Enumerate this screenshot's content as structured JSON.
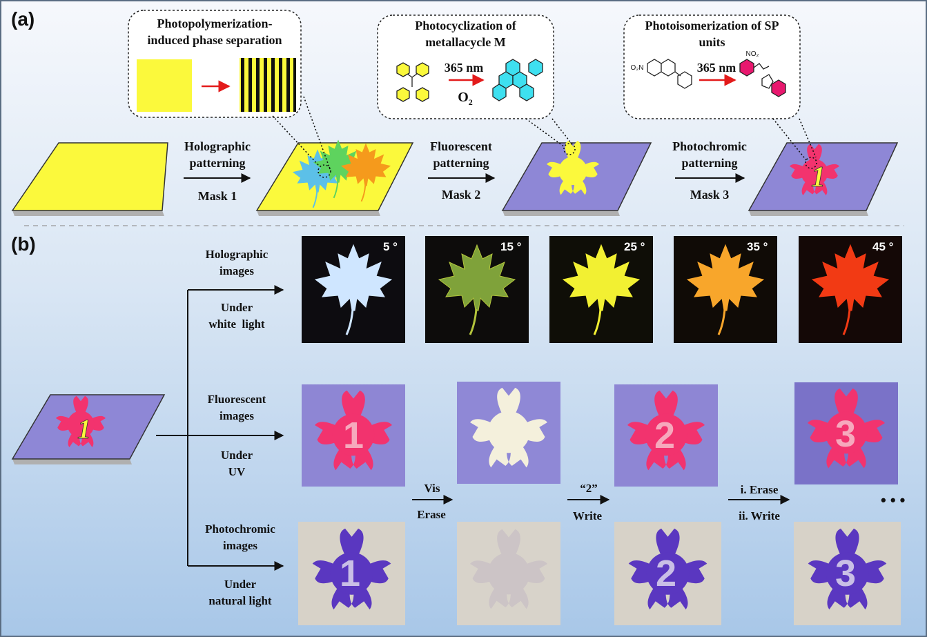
{
  "panels": {
    "a": "(a)",
    "b": "(b)"
  },
  "callouts": [
    "Photopolymerization-\ninduced phase separation",
    "Photocyclization of\nmetallacycle M",
    "Photoisomerization of SP\nunits"
  ],
  "callout_inner": {
    "wavelength_1": "365 nm",
    "o2_base": "O",
    "o2_sub": "2",
    "wavelength_2": "365 nm",
    "no2": "NO₂",
    "o2n": "O₂N"
  },
  "steps": [
    {
      "top": "Holographic\npatterning",
      "bottom": "Mask 1"
    },
    {
      "top": "Fluorescent\npatterning",
      "bottom": "Mask 2"
    },
    {
      "top": "Photochromic\npatterning",
      "bottom": "Mask 3"
    }
  ],
  "rows": [
    {
      "top": "Holographic\nimages",
      "bottom": "Under\nwhite  light"
    },
    {
      "top": "Fluorescent\nimages",
      "bottom": "Under\nUV"
    },
    {
      "top": "Photochromic\nimages",
      "bottom": "Under\nnatural light"
    }
  ],
  "angles": [
    "5 °",
    "15 °",
    "25 °",
    "35 °",
    "45 °"
  ],
  "transitions": [
    {
      "top": "Vis",
      "bottom": "Erase"
    },
    {
      "top": "“2”",
      "bottom": "Write"
    },
    {
      "top": "i. Erase",
      "bottom": "ii. Write"
    }
  ],
  "ellipsis": "• • •",
  "numbers": [
    "1",
    "2",
    "3"
  ],
  "colors": {
    "yellow": "#fbf93c",
    "purple_film": "#8e87d6",
    "pink": "#f2336e",
    "violet": "#5a37c0",
    "arrow_red": "#e31b1b",
    "bg_gradient_top": "#f4f7fc",
    "bg_gradient_bottom": "#a9c8e8"
  }
}
